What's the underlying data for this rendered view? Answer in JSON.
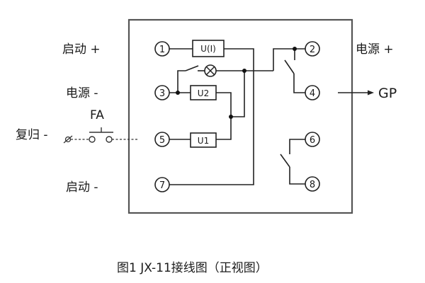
{
  "external_labels": {
    "start_plus": "启动 +",
    "power_minus": "电源 -",
    "reset_minus": "复归 -",
    "start_minus": "启动 -",
    "power_plus": "电源 +",
    "gp": "GP",
    "fa": "FA"
  },
  "terminals": [
    "①",
    "②",
    "③",
    "④",
    "⑤",
    "⑥",
    "⑦",
    "⑧"
  ],
  "components": {
    "ui": "U(I)",
    "u2": "U2",
    "u1": "U1"
  },
  "caption": "图1  JX-11接线图（正视图）"
}
